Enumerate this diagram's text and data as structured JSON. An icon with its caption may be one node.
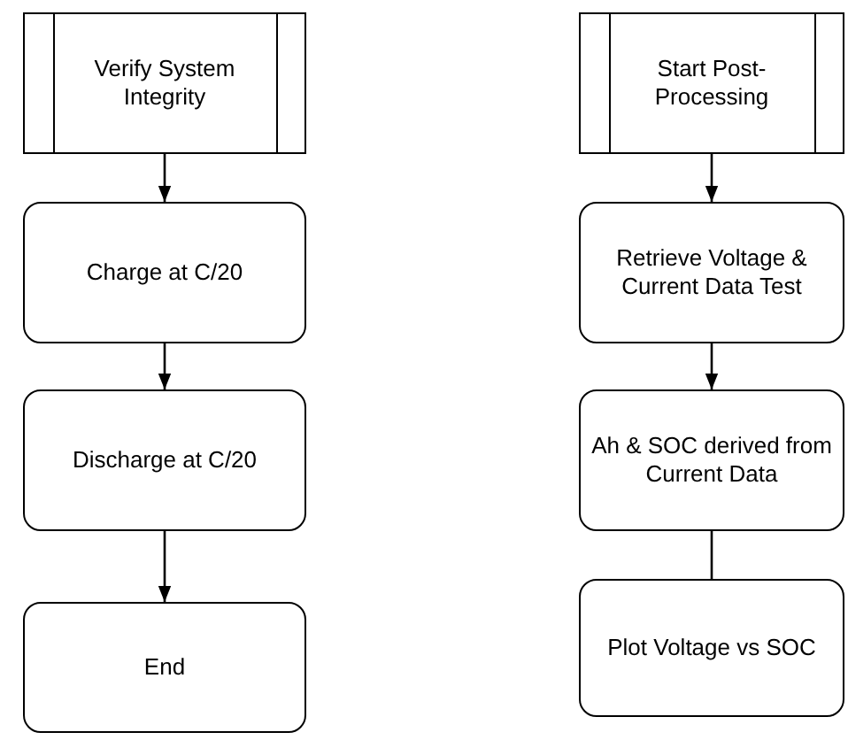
{
  "diagram": {
    "nodes": [
      {
        "text": [
          "Verify System Integrity"
        ]
      },
      {
        "text": [
          "Charge at C/20"
        ]
      },
      {
        "text": [
          "Discharge at C/20"
        ]
      },
      {
        "text": [
          "End"
        ]
      },
      {
        "text": [
          "Start Post-Processing"
        ]
      },
      {
        "text": [
          "Retrieve Voltage & Current Data Test"
        ]
      },
      {
        "text": [
          "Ah & SOC derived from Current Data"
        ]
      },
      {
        "text": [
          "Plot Voltage vs SOC"
        ]
      }
    ],
    "edges": [
      {
        "from": 0,
        "to": 1,
        "arrow": "to"
      },
      {
        "from": 1,
        "to": 2,
        "arrow": "to"
      },
      {
        "from": 2,
        "to": 3,
        "arrow": "to"
      },
      {
        "from": 4,
        "to": 5,
        "arrow": "to"
      },
      {
        "from": 5,
        "to": 6,
        "arrow": "to"
      },
      {
        "from": 6,
        "to": 7,
        "arrow": "none"
      }
    ]
  }
}
